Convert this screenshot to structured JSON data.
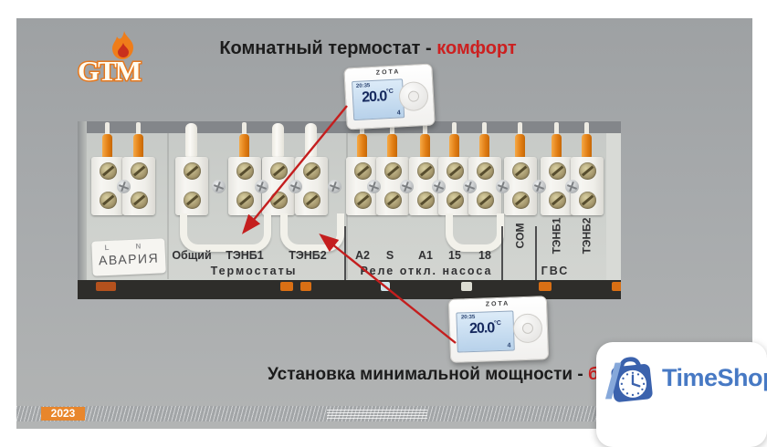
{
  "logo": {
    "gtm": "GTM"
  },
  "annotations": {
    "top": {
      "black": "Комнатный термостат -",
      "red": "комфорт"
    },
    "bottom": {
      "black": "Установка минимальной мощности -",
      "red": "без"
    }
  },
  "thermostat": {
    "brand": "ZOTA",
    "time": "20:35",
    "temp": "20.0",
    "unit": "°C",
    "mode": "4"
  },
  "panel": {
    "sticker": {
      "l": "L",
      "n": "N",
      "name": "АВАРИЯ"
    },
    "labels": {
      "obshchiy": "Общий",
      "tenb1": "ТЭНБ1",
      "tenb2": "ТЭНБ2",
      "thermostats_caption": "Термостаты",
      "a2": "A2",
      "s": "S",
      "a1": "A1",
      "n15": "15",
      "n18": "18",
      "relay_caption": "Реле откл. насоса",
      "com": "COM",
      "gvs_tenb1": "ТЭНБ1",
      "gvs_tenb2": "ТЭНБ2",
      "gvs_caption": "ГВС"
    }
  },
  "watermark": {
    "name": "TimeShop"
  },
  "footer": {
    "year": "2023"
  },
  "colors": {
    "accent_red": "#c41e1e",
    "orange": "#e8862c",
    "brand_blue": "#4779c4"
  }
}
